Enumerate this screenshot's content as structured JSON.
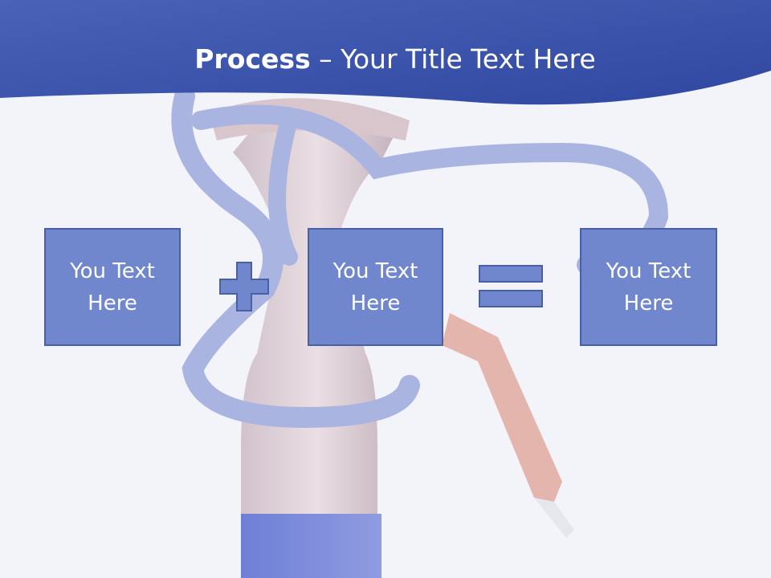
{
  "title": {
    "bold": "Process",
    "rest": " – Your Title Text Here"
  },
  "boxes": [
    {
      "text": "You Text Here"
    },
    {
      "text": "You Text Here"
    },
    {
      "text": "You Text Here"
    }
  ],
  "operators": [
    "plus",
    "equals"
  ],
  "colors": {
    "header": "#3f5ab0",
    "box_fill": "#7187cd",
    "box_border": "#4a60a6",
    "operator_fill": "#7187cd",
    "background": "#f3f4fa"
  }
}
